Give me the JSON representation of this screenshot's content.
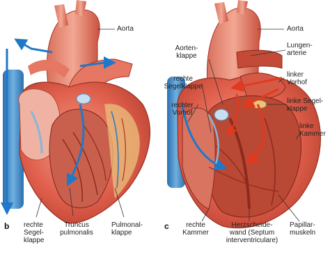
{
  "colors": {
    "heart_red": "#e0604c",
    "heart_dark": "#a83226",
    "vein_blue": "#1f78c8",
    "vein_light": "#86b6dc",
    "oxygen_red": "#e23a1e",
    "leader_line": "#333333"
  },
  "panel_b": {
    "tag": "b",
    "labels": {
      "aorta": "Aorta",
      "rechte_segelklappe": "rechte\nSegel-\nklappe",
      "truncus_pulmonalis": "Truncus\npulmonalis",
      "pulmonalklappe": "Pulmonal-\nklappe"
    }
  },
  "panel_c": {
    "tag": "c",
    "labels": {
      "aorta": "Aorta",
      "aortenklappe": "Aorten-\nklappe",
      "rechte_segelklappe": "rechte\nSegelklappe",
      "rechter_vorhof": "rechter\nVorhof",
      "lungenarterie": "Lungen-\narterie",
      "linker_vorhof": "linker\nVorhof",
      "linke_segelklappe": "linke Segel-\nklappe",
      "linke_kammer": "linke\nKammer",
      "rechte_kammer": "rechte\nKammer",
      "herzscheidewand": "Herzscheide-\nwand (Septum\ninterventriculare)",
      "papillarmuskeln": "Papillar-\nmuskeln"
    }
  }
}
